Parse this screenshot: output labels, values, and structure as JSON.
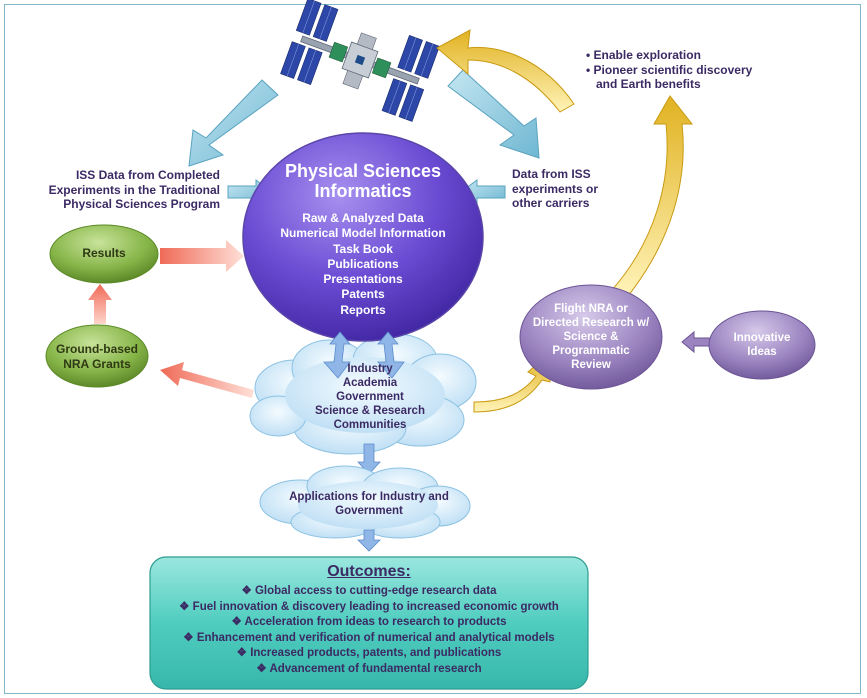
{
  "left_source": {
    "lines": [
      "ISS Data from Completed",
      "Experiments in the Traditional",
      "Physical Sciences Program"
    ]
  },
  "right_source": {
    "lines": [
      "Data from ISS",
      "experiments or",
      "other carriers"
    ]
  },
  "benefits": {
    "items": [
      "Enable exploration",
      "Pioneer scientific discovery",
      "and Earth benefits"
    ]
  },
  "hub": {
    "title_lines": [
      "Physical Sciences",
      "Informatics"
    ],
    "items": [
      "Raw & Analyzed Data",
      "Numerical Model Information",
      "Task Book",
      "Publications",
      "Presentations",
      "Patents",
      "Reports"
    ]
  },
  "results": {
    "label": "Results"
  },
  "grants": {
    "lines": [
      "Ground-based",
      "NRA Grants"
    ]
  },
  "community": {
    "lines": [
      "Industry",
      "Academia",
      "Government",
      "Science & Research",
      "Communities"
    ]
  },
  "flight": {
    "lines": [
      "Flight NRA or",
      "Directed Research w/",
      "Science &",
      "Programmatic",
      "Review"
    ]
  },
  "ideas": {
    "lines": [
      "Innovative",
      "Ideas"
    ]
  },
  "applications": {
    "lines": [
      "Applications for Industry and",
      "Government"
    ]
  },
  "outcomes": {
    "title": "Outcomes:",
    "items": [
      "Global access to cutting-edge research data",
      "Fuel innovation & discovery leading to increased economic growth",
      "Acceleration from ideas to research to products",
      "Enhancement and verification of numerical and analytical models",
      "Increased products, patents, and publications",
      "Advancement of fundamental research"
    ]
  },
  "colors": {
    "frame": "#7fb9c9",
    "text": "#3b2a63",
    "hub": "#5d3fc4",
    "green": "#79a83c",
    "purple_node": "#8c72b2",
    "cloud": "#cfe6f7",
    "outcomes_fill": "#5ad0c4",
    "arrow_blue": "#8fcbe0",
    "arrow_gold": "#e7c13a",
    "arrow_red": "#f07b6a"
  }
}
